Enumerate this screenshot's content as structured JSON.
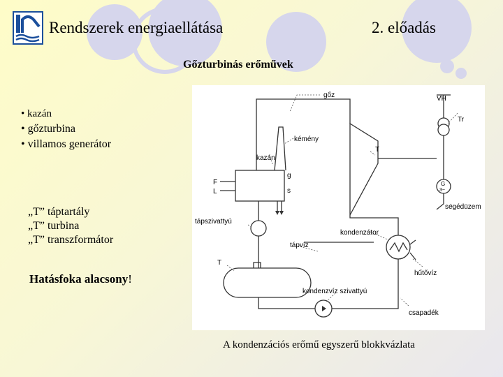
{
  "header": {
    "title": "Rendszerek energiaellátása",
    "lecture": "2. előadás",
    "logo_icon": "university-logo-icon"
  },
  "subtitle": "Gőzturbinás erőművek",
  "bullets": [
    "• kazán",
    "• gőzturbina",
    "• villamos generátor"
  ],
  "notes": [
    "„T” táptartály",
    "„T” turbina",
    "„T” transzformátor"
  ],
  "efficiency": {
    "text": "Hatásfoka alacsony",
    "suffix": "!"
  },
  "diagram": {
    "labels": {
      "goz": "gőz",
      "vh": "VH",
      "tr": "Tr",
      "kemeny": "kémény",
      "kazan": "kazán",
      "turbina_t": "T",
      "f": "F",
      "l": "L",
      "g": "g",
      "s": "s",
      "generator": "G",
      "generator_phase": "3~",
      "segedüzem": "segédüzem",
      "tapszivattyu": "tápszivattyú",
      "kondenzator": "kondenzátor",
      "tapviz": "tápvíz",
      "tank_t": "T",
      "hutoviz": "hűtővíz",
      "kondenzviz_szivattyu": "kondenzvíz szivattyú",
      "csapadek": "csapadék"
    }
  },
  "caption": "A kondenzációs erőmű egyszerű blokkvázlata",
  "colors": {
    "background_top": "#fefcc8",
    "decor_circle": "#d5d5ea",
    "logo_blue": "#1b4f9c"
  }
}
